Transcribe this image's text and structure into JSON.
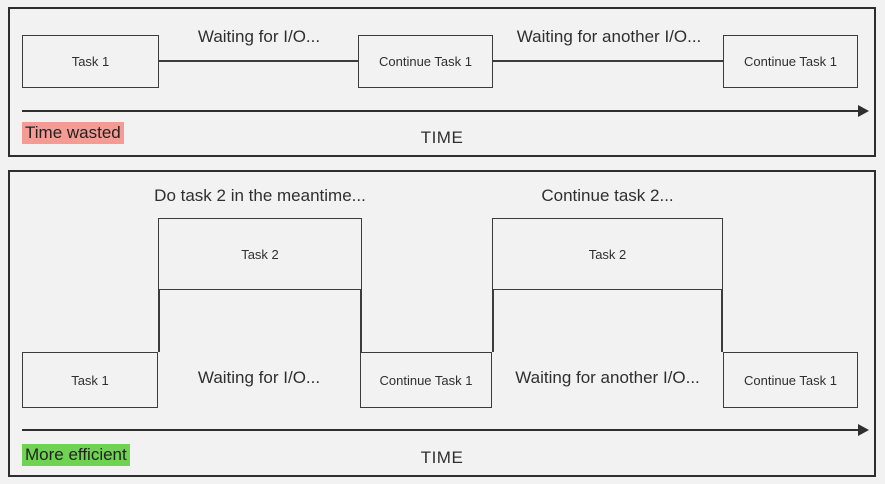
{
  "colors": {
    "background": "#f2f2f2",
    "panel_border": "#2e2e2e",
    "box_border": "#3c3c3c",
    "line": "#3c3c3c",
    "text": "#2f2f2f",
    "time_wasted_highlight": "#f59b94",
    "more_efficient_highlight": "#6ed350"
  },
  "top_panel": {
    "boxes": [
      {
        "label": "Task 1"
      },
      {
        "label": "Continue Task 1"
      },
      {
        "label": "Continue Task 1"
      }
    ],
    "wait_labels": [
      "Waiting for I/O...",
      "Waiting for another I/O..."
    ],
    "badge": "Time wasted",
    "axis_label": "TIME"
  },
  "bottom_panel": {
    "meantime_labels": [
      "Do task 2 in the meantime...",
      "Continue task 2..."
    ],
    "task2_boxes": [
      {
        "label": "Task 2"
      },
      {
        "label": "Task 2"
      }
    ],
    "boxes": [
      {
        "label": "Task 1"
      },
      {
        "label": "Continue Task 1"
      },
      {
        "label": "Continue Task 1"
      }
    ],
    "wait_labels": [
      "Waiting for I/O...",
      "Waiting for another I/O..."
    ],
    "badge": "More efficient",
    "axis_label": "TIME"
  }
}
